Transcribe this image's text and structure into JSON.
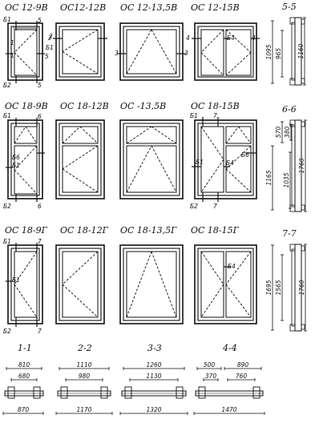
{
  "windows": [
    {
      "label": "ОС 12-9В",
      "marks": [
        "Б1",
        "5",
        "5",
        "1",
        "1",
        "Б1",
        "Б2",
        "5"
      ]
    },
    {
      "label": "ОС12-12В",
      "marks": [
        "2",
        "2"
      ]
    },
    {
      "label": "ОС 12-13,5В",
      "marks": [
        "3",
        "3"
      ]
    },
    {
      "label": "ОС 12-15В",
      "marks": [
        "4",
        "4",
        "Б4"
      ]
    },
    {
      "label": "ОС 18-9В",
      "marks": [
        "Б1",
        "6",
        "Б6",
        "Б1",
        "Б2",
        "6"
      ]
    },
    {
      "label": "ОС 18-12В",
      "marks": []
    },
    {
      "label": "ОС -13,5В",
      "marks": []
    },
    {
      "label": "ОС 18-15В",
      "marks": [
        "Б1",
        "7",
        "Б1",
        "Б4",
        "Б6",
        "Б2",
        "7"
      ]
    },
    {
      "label": "ОС 18-9Г",
      "marks": [
        "Б1",
        "7",
        "Б1",
        "Б2",
        "7"
      ]
    },
    {
      "label": "ОС 18-12Г",
      "marks": []
    },
    {
      "label": "ОС 18-13,5Г",
      "marks": []
    },
    {
      "label": "ОС 18-15Г",
      "marks": [
        "Б4"
      ]
    }
  ],
  "sections_vertical": [
    {
      "label": "5-5",
      "dims": [
        "965",
        "1095",
        "1160"
      ]
    },
    {
      "label": "6-6",
      "dims": [
        "570",
        "380",
        "1165",
        "1035",
        "1760"
      ]
    },
    {
      "label": "7-7",
      "dims": [
        "1695",
        "1565",
        "1760"
      ]
    }
  ],
  "sections_horizontal": [
    {
      "label": "1-1",
      "dims": [
        "810",
        "680",
        "870"
      ]
    },
    {
      "label": "2-2",
      "dims": [
        "1110",
        "980",
        "1170"
      ]
    },
    {
      "label": "3-3",
      "dims": [
        "1260",
        "1130",
        "1320"
      ]
    },
    {
      "label": "4-4",
      "dims": [
        "500",
        "890",
        "370",
        "760",
        "1470"
      ]
    }
  ]
}
